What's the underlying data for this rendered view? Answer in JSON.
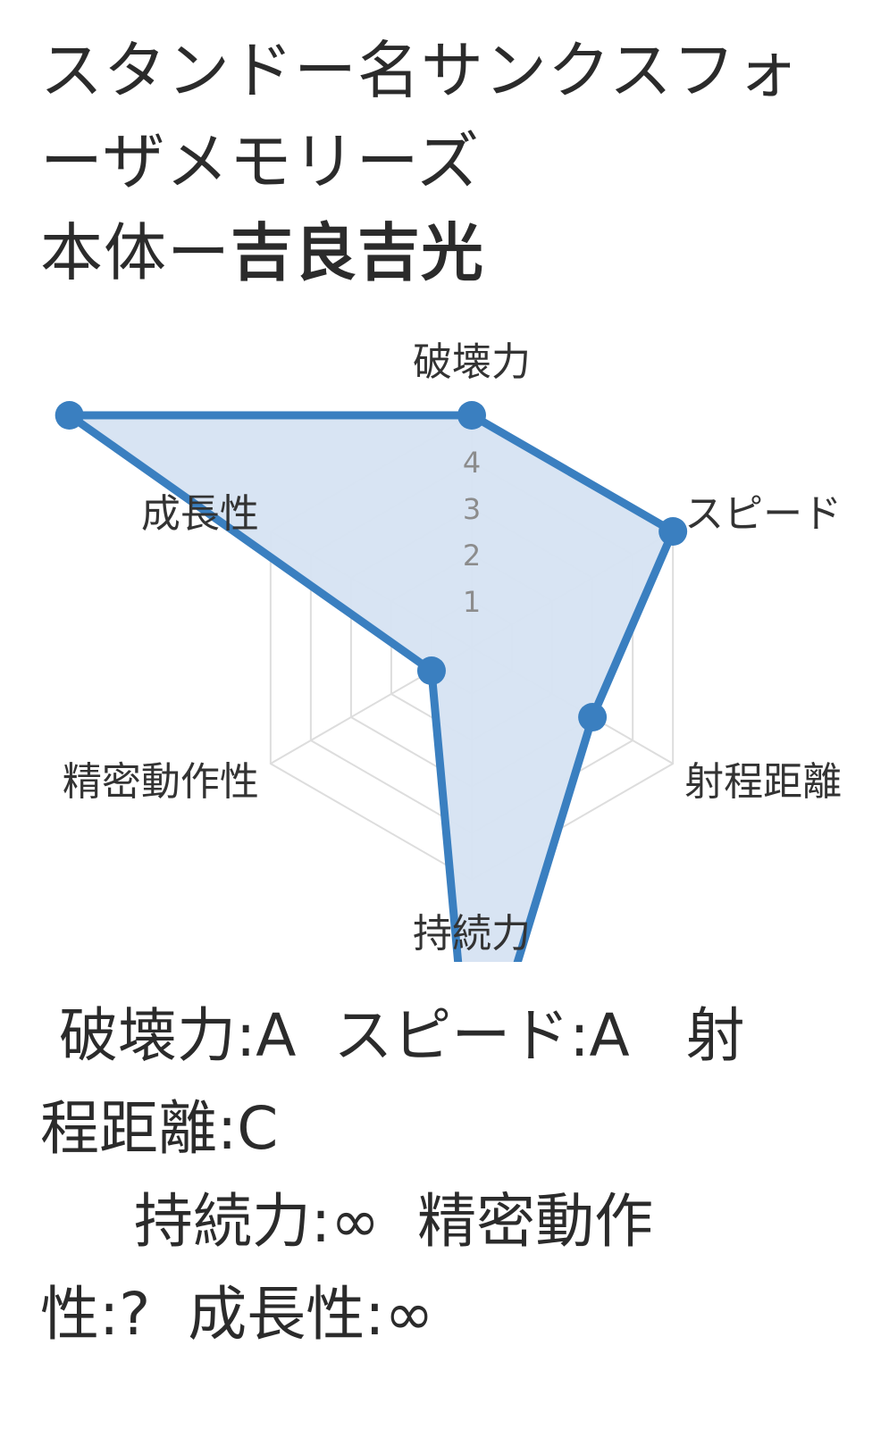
{
  "header": {
    "stand_line1": "スタンドー名サンクスフォ",
    "stand_line2": "ーザメモリーズ",
    "user_prefix": "本体ー",
    "user_name": "吉良吉光"
  },
  "chart_data": {
    "type": "radar",
    "axes": [
      "破壊力",
      "スピード",
      "射程距離",
      "持続力",
      "精密動作性",
      "成長性"
    ],
    "values": [
      5,
      5,
      3,
      10,
      1,
      10
    ],
    "rlim": [
      0,
      5
    ],
    "ticks": [
      1,
      2,
      3,
      4
    ],
    "grid": true,
    "colors": {
      "line": "#3a7fc0",
      "fill": "#d6e3f2",
      "grid": "#dddddd"
    }
  },
  "stats": {
    "row1": " 破壊力:A  スピード:A   射",
    "row2": "程距離:C",
    "row3": "     持続力:∞  精密動作",
    "row4": "性:?  成長性:∞"
  }
}
